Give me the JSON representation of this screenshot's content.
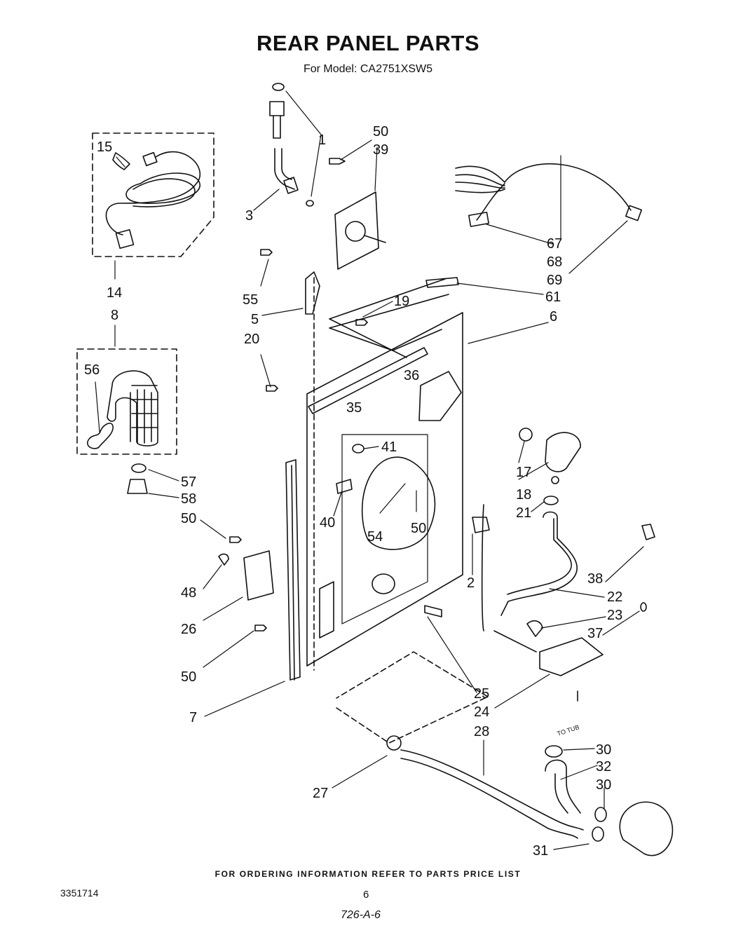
{
  "title": "REAR PANEL PARTS",
  "subtitle": "For Model: CA2751XSW5",
  "footer": "FOR ORDERING INFORMATION REFER TO PARTS PRICE LIST",
  "doc_number": "3351714",
  "page_number": "6",
  "handwritten_code": "726-A-6",
  "callouts": [
    {
      "id": "c1",
      "text": "1"
    },
    {
      "id": "c50a",
      "text": "50"
    },
    {
      "id": "c39",
      "text": "39"
    },
    {
      "id": "c15",
      "text": "15"
    },
    {
      "id": "c3",
      "text": "3"
    },
    {
      "id": "c67",
      "text": "67"
    },
    {
      "id": "c68",
      "text": "68"
    },
    {
      "id": "c69",
      "text": "69"
    },
    {
      "id": "c14",
      "text": "14"
    },
    {
      "id": "c55",
      "text": "55"
    },
    {
      "id": "c61",
      "text": "61"
    },
    {
      "id": "c8",
      "text": "8"
    },
    {
      "id": "c5",
      "text": "5"
    },
    {
      "id": "c19",
      "text": "19"
    },
    {
      "id": "c6",
      "text": "6"
    },
    {
      "id": "c20",
      "text": "20"
    },
    {
      "id": "c56",
      "text": "56"
    },
    {
      "id": "c36",
      "text": "36"
    },
    {
      "id": "c35",
      "text": "35"
    },
    {
      "id": "c41",
      "text": "41"
    },
    {
      "id": "c17",
      "text": "17"
    },
    {
      "id": "c57",
      "text": "57"
    },
    {
      "id": "c58",
      "text": "58"
    },
    {
      "id": "c18",
      "text": "18"
    },
    {
      "id": "c50b",
      "text": "50"
    },
    {
      "id": "c21",
      "text": "21"
    },
    {
      "id": "c40",
      "text": "40"
    },
    {
      "id": "c54",
      "text": "54"
    },
    {
      "id": "c50c",
      "text": "50"
    },
    {
      "id": "c48",
      "text": "48"
    },
    {
      "id": "c2",
      "text": "2"
    },
    {
      "id": "c38",
      "text": "38"
    },
    {
      "id": "c22",
      "text": "22"
    },
    {
      "id": "c26",
      "text": "26"
    },
    {
      "id": "c23",
      "text": "23"
    },
    {
      "id": "c37",
      "text": "37"
    },
    {
      "id": "c50d",
      "text": "50"
    },
    {
      "id": "c25",
      "text": "25"
    },
    {
      "id": "c7",
      "text": "7"
    },
    {
      "id": "c24",
      "text": "24"
    },
    {
      "id": "c28",
      "text": "28"
    },
    {
      "id": "c30a",
      "text": "30"
    },
    {
      "id": "c32",
      "text": "32"
    },
    {
      "id": "c27",
      "text": "27"
    },
    {
      "id": "c30b",
      "text": "30"
    },
    {
      "id": "c31",
      "text": "31"
    }
  ],
  "annotations": {
    "to_tub": "TO TUB"
  }
}
